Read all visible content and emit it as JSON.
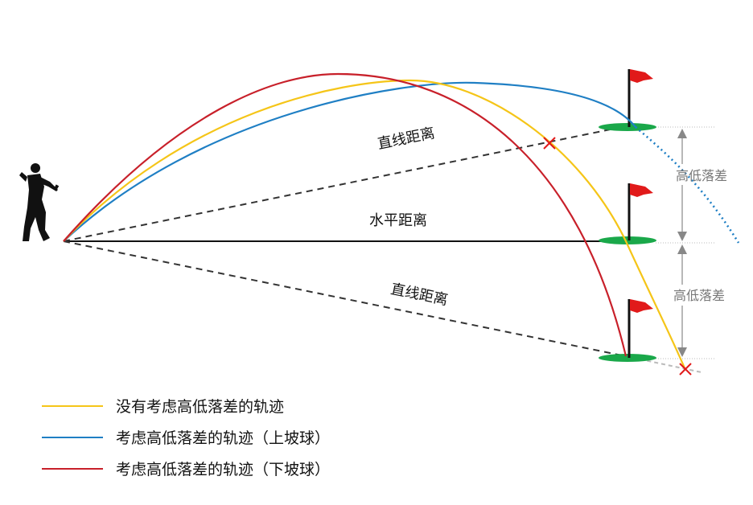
{
  "labels": {
    "straight_distance_upper": "直线距离",
    "horizontal_distance": "水平距离",
    "straight_distance_lower": "直线距离",
    "height_difference_upper": "高低落差",
    "height_difference_lower": "高低落差"
  },
  "legend": [
    {
      "text": "没有考虑高低落差的轨迹",
      "color": "#f5c518"
    },
    {
      "text": "考虑高低落差的轨迹（上坡球）",
      "color": "#1f7fc4"
    },
    {
      "text": "考虑高低落差的轨迹（下坡球）",
      "color": "#c8202a"
    }
  ],
  "colors": {
    "flag": "#e11a1a",
    "green": "#1aa84a",
    "miss_marker": "#e11a1a",
    "golfer": "#111111",
    "height_arrow": "#888888"
  },
  "icons": {
    "golfer": "golfer-silhouette-icon",
    "flag": "golf-flag-icon",
    "miss": "x-mark-icon"
  }
}
